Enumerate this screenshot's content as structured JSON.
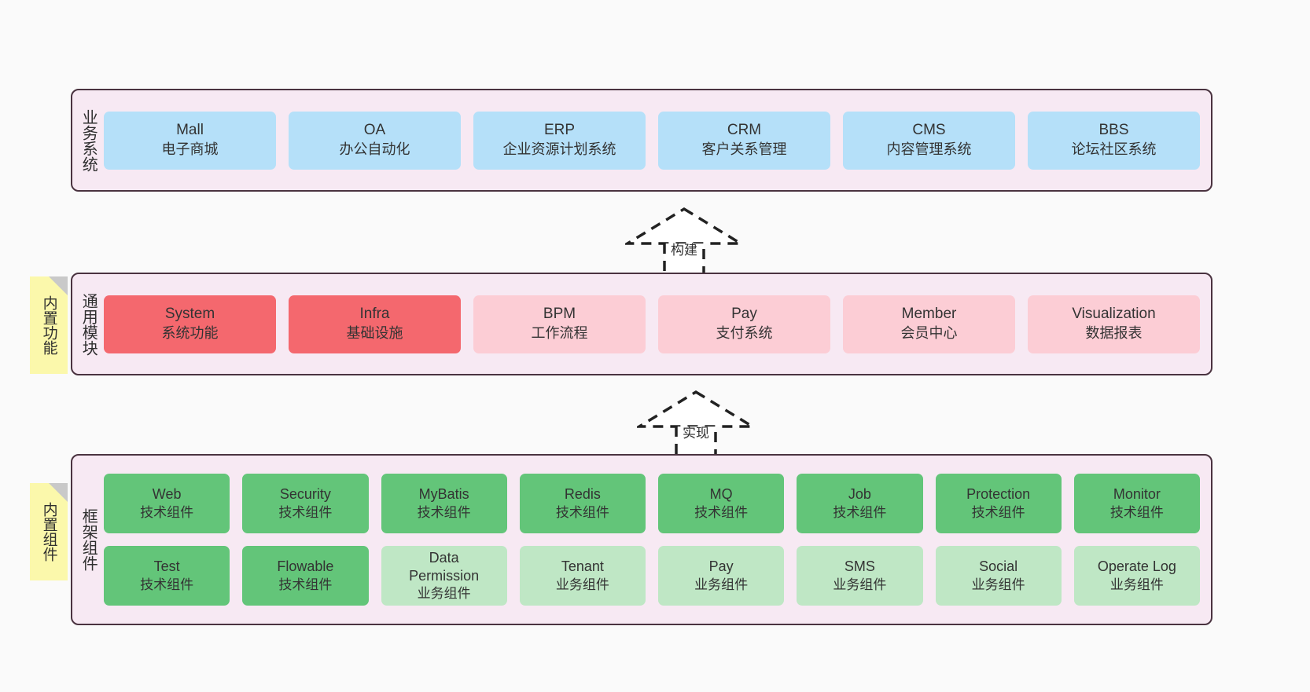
{
  "layers": [
    {
      "id": "business-systems",
      "label": "业务系统",
      "rows": [
        {
          "cards": [
            {
              "title": "Mall",
              "sub": "电子商城",
              "color": "c-blue"
            },
            {
              "title": "OA",
              "sub": "办公自动化",
              "color": "c-blue"
            },
            {
              "title": "ERP",
              "sub": "企业资源计划系统",
              "color": "c-blue"
            },
            {
              "title": "CRM",
              "sub": "客户关系管理",
              "color": "c-blue"
            },
            {
              "title": "CMS",
              "sub": "内容管理系统",
              "color": "c-blue"
            },
            {
              "title": "BBS",
              "sub": "论坛社区系统",
              "color": "c-blue"
            }
          ]
        }
      ]
    },
    {
      "id": "common-modules",
      "label": "通用模块",
      "sticky": "内置功能",
      "rows": [
        {
          "cards": [
            {
              "title": "System",
              "sub": "系统功能",
              "color": "c-red"
            },
            {
              "title": "Infra",
              "sub": "基础设施",
              "color": "c-red"
            },
            {
              "title": "BPM",
              "sub": "工作流程",
              "color": "c-pink"
            },
            {
              "title": "Pay",
              "sub": "支付系统",
              "color": "c-pink"
            },
            {
              "title": "Member",
              "sub": "会员中心",
              "color": "c-pink"
            },
            {
              "title": "Visualization",
              "sub": "数据报表",
              "color": "c-pink"
            }
          ]
        }
      ]
    },
    {
      "id": "framework-components",
      "label": "框架组件",
      "sticky": "内置组件",
      "rows": [
        {
          "cards": [
            {
              "title": "Web",
              "sub": "技术组件",
              "color": "c-green"
            },
            {
              "title": "Security",
              "sub": "技术组件",
              "color": "c-green"
            },
            {
              "title": "MyBatis",
              "sub": "技术组件",
              "color": "c-green"
            },
            {
              "title": "Redis",
              "sub": "技术组件",
              "color": "c-green"
            },
            {
              "title": "MQ",
              "sub": "技术组件",
              "color": "c-green"
            },
            {
              "title": "Job",
              "sub": "技术组件",
              "color": "c-green"
            },
            {
              "title": "Protection",
              "sub": "技术组件",
              "color": "c-green"
            },
            {
              "title": "Monitor",
              "sub": "技术组件",
              "color": "c-green"
            }
          ]
        },
        {
          "cards": [
            {
              "title": "Test",
              "sub": "技术组件",
              "color": "c-green"
            },
            {
              "title": "Flowable",
              "sub": "技术组件",
              "color": "c-green"
            },
            {
              "title": "Data Permission",
              "sub": "业务组件",
              "color": "c-lightgreen"
            },
            {
              "title": "Tenant",
              "sub": "业务组件",
              "color": "c-lightgreen"
            },
            {
              "title": "Pay",
              "sub": "业务组件",
              "color": "c-lightgreen"
            },
            {
              "title": "SMS",
              "sub": "业务组件",
              "color": "c-lightgreen"
            },
            {
              "title": "Social",
              "sub": "业务组件",
              "color": "c-lightgreen"
            },
            {
              "title": "Operate Log",
              "sub": "业务组件",
              "color": "c-lightgreen"
            }
          ]
        }
      ]
    }
  ],
  "connectors": [
    {
      "id": "build",
      "label": "构建"
    },
    {
      "id": "implement",
      "label": "实现"
    }
  ],
  "colors": {
    "canvas_bg": "#fafafa",
    "layer_bg": "#f7e9f3",
    "layer_border": "#4a3340",
    "sticky_bg": "#fbf8ab",
    "sticky_fold": "#c9c9c9",
    "blue": "#b5e0f9",
    "red": "#f4686e",
    "pink": "#fccdd5",
    "green": "#63c579",
    "light_green": "#bfe7c5",
    "text": "#333333"
  }
}
